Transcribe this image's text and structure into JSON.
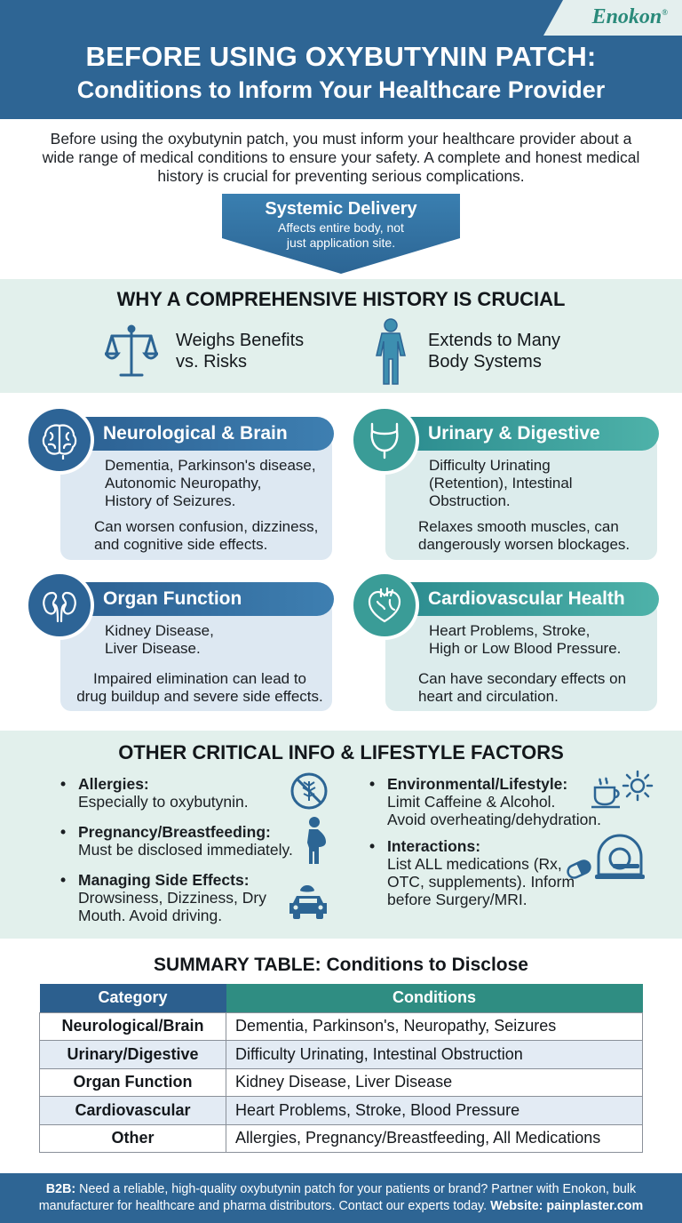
{
  "brand": {
    "name": "Enokon",
    "mark": "®"
  },
  "header": {
    "title_line1": "BEFORE USING OXYBUTYNIN PATCH:",
    "title_line2": "Conditions to Inform Your Healthcare Provider"
  },
  "intro": "Before using the oxybutynin patch, you must inform your healthcare provider about a wide range of medical conditions to ensure your safety. A complete and honest medical history is crucial for preventing serious complications.",
  "systemic": {
    "title": "Systemic Delivery",
    "subtitle_line1": "Affects entire body, not",
    "subtitle_line2": "just application site."
  },
  "why": {
    "title": "WHY A COMPREHENSIVE HISTORY IS CRUCIAL",
    "item1_line1": "Weighs Benefits",
    "item1_line2": "vs. Risks",
    "item2_line1": "Extends to Many",
    "item2_line2": "Body Systems"
  },
  "cards": {
    "neuro": {
      "title": "Neurological & Brain",
      "conditions": [
        "Dementia, Parkinson's disease,",
        "Autonomic Neuropathy,",
        "History of Seizures."
      ],
      "effect": [
        "Can worsen confusion, dizziness,",
        "and cognitive side effects."
      ]
    },
    "urinary": {
      "title": "Urinary & Digestive",
      "conditions": [
        "Difficulty Urinating",
        "(Retention), Intestinal",
        "Obstruction."
      ],
      "effect": [
        "Relaxes smooth muscles, can",
        "dangerously worsen blockages."
      ]
    },
    "organ": {
      "title": "Organ Function",
      "conditions": [
        "Kidney Disease,",
        "Liver Disease."
      ],
      "effect": [
        "Impaired elimination can lead to",
        "drug buildup and severe side effects."
      ]
    },
    "cardio": {
      "title": "Cardiovascular Health",
      "conditions": [
        "Heart Problems, Stroke,",
        "High or Low Blood Pressure."
      ],
      "effect": [
        "Can have secondary effects on",
        "heart and circulation."
      ]
    }
  },
  "other": {
    "title": "OTHER CRITICAL INFO & LIFESTYLE FACTORS",
    "allergies": {
      "label": "Allergies:",
      "text": "Especially to oxybutynin."
    },
    "pregnancy": {
      "label": "Pregnancy/Breastfeeding:",
      "text": "Must be disclosed immediately."
    },
    "side_effects": {
      "label": "Managing Side Effects:",
      "line1": "Drowsiness, Dizziness, Dry",
      "line2": "Mouth. Avoid driving."
    },
    "environment": {
      "label": "Environmental/Lifestyle:",
      "line1": "Limit Caffeine & Alcohol.",
      "line2": "Avoid overheating/dehydration."
    },
    "interactions": {
      "label": "Interactions:",
      "line1": "List ALL medications (Rx,",
      "line2": "OTC, supplements). Inform",
      "line3": "before Surgery/MRI."
    }
  },
  "summary_table": {
    "title": "SUMMARY TABLE: Conditions to Disclose",
    "headers": [
      "Category",
      "Conditions"
    ],
    "rows": [
      [
        "Neurological/Brain",
        "Dementia, Parkinson's, Neuropathy, Seizures"
      ],
      [
        "Urinary/Digestive",
        "Difficulty Urinating, Intestinal Obstruction"
      ],
      [
        "Organ Function",
        "Kidney Disease, Liver Disease"
      ],
      [
        "Cardiovascular",
        "Heart Problems, Stroke, Blood Pressure"
      ],
      [
        "Other",
        "Allergies, Pregnancy/Breastfeeding, All Medications"
      ]
    ]
  },
  "footer": {
    "b2b_label": "B2B:",
    "text_line1": "Need a reliable, high-quality oxybutynin patch for your patients or brand? Partner with Enokon, bulk",
    "text_line2": "manufacturer for healthcare and pharma distributors. Contact our experts today.",
    "website_label": "Website: painplaster.com"
  },
  "colors": {
    "primary_blue": "#2e6594",
    "teal": "#2f8d82",
    "section_bg": "#e2f0ec"
  },
  "icons": {
    "scale": "balance-scale-icon",
    "body": "human-body-icon",
    "brain": "brain-icon",
    "bladder": "bladder-icon",
    "kidney": "kidneys-icon",
    "heart": "heart-icon",
    "allergy": "no-allergen-icon",
    "pregnant": "pregnant-woman-icon",
    "car": "car-drowsy-icon",
    "coffee": "coffee-cup-icon",
    "sun": "sun-icon",
    "pill": "pill-icon",
    "mri": "mri-scanner-icon"
  }
}
